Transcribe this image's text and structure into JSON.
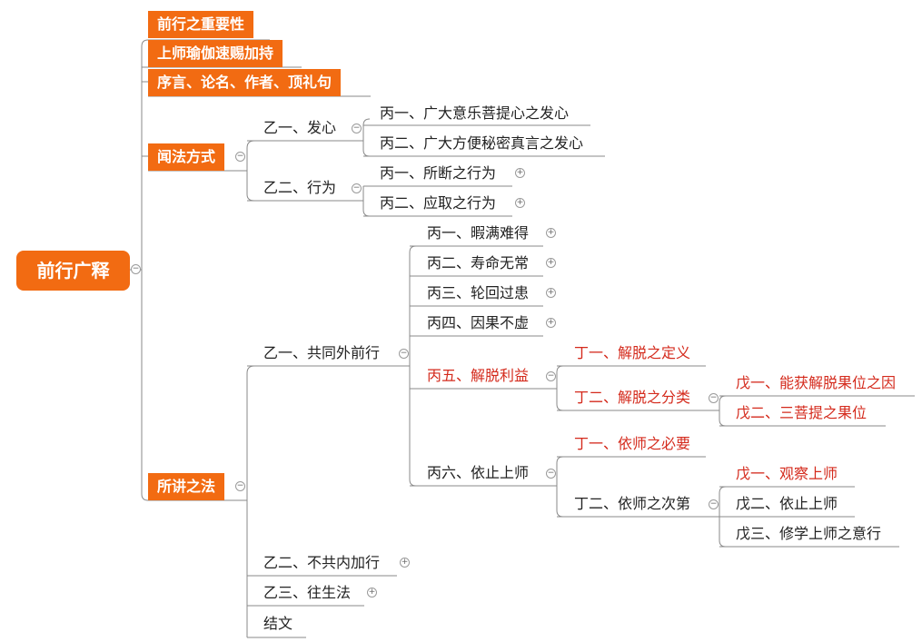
{
  "root": {
    "label": "前行广释"
  },
  "level1": [
    {
      "label": "前行之重要性"
    },
    {
      "label": "上师瑜伽速赐加持"
    },
    {
      "label": "序言、论名、作者、顶礼句"
    },
    {
      "label": "闻法方式"
    },
    {
      "label": "所讲之法"
    }
  ],
  "wenfa": {
    "yi1": {
      "label": "乙一、发心",
      "children": [
        "丙一、广大意乐菩提心之发心",
        "丙二、广大方便秘密真言之发心"
      ]
    },
    "yi2": {
      "label": "乙二、行为",
      "children": [
        "丙一、所断之行为",
        "丙二、应取之行为"
      ]
    }
  },
  "suojiang": {
    "yi1": {
      "label": "乙一、共同外前行",
      "children": [
        "丙一、暇满难得",
        "丙二、寿命无常",
        "丙三、轮回过患",
        "丙四、因果不虚",
        "丙五、解脱利益",
        "丙六、依止上师"
      ]
    },
    "bing5": {
      "ding1": "丁一、解脱之定义",
      "ding2": "丁二、解脱之分类",
      "wu": [
        "戊一、能获解脱果位之因",
        "戊二、三菩提之果位"
      ]
    },
    "bing6": {
      "ding1": "丁一、依师之必要",
      "ding2": "丁二、依师之次第",
      "wu": [
        "戊一、观察上师",
        "戊二、依止上师",
        "戊三、修学上师之意行"
      ]
    },
    "yi2": "乙二、不共内加行",
    "yi3": "乙三、往生法",
    "end": "结文"
  },
  "colors": {
    "orange": "#f26b12",
    "red": "#d42a1c",
    "line": "#8a8a8a",
    "text": "#222222"
  },
  "icons": {
    "collapse": "minus-circle-icon",
    "expand": "plus-circle-icon"
  }
}
